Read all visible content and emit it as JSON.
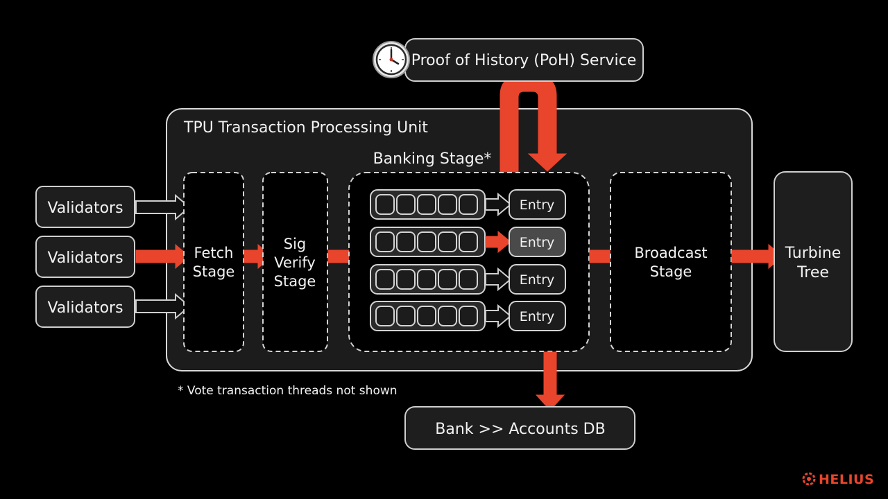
{
  "poh": {
    "label": "Proof of History (PoH) Service",
    "icon": "clock-icon"
  },
  "tpu": {
    "title": "TPU Transaction Processing Unit"
  },
  "validators": [
    "Validators",
    "Validators",
    "Validators"
  ],
  "fetch": {
    "line1": "Fetch",
    "line2": "Stage"
  },
  "sigverify": {
    "line1": "Sig",
    "line2": "Verify",
    "line3": "Stage"
  },
  "banking": {
    "title": "Banking Stage*",
    "entries": [
      "Entry",
      "Entry",
      "Entry",
      "Entry"
    ]
  },
  "broadcast": {
    "line1": "Broadcast",
    "line2": "Stage"
  },
  "turbine": {
    "line1": "Turbine",
    "line2": "Tree"
  },
  "note": "* Vote transaction threads not shown",
  "bank": {
    "label": "Bank >> Accounts DB"
  },
  "logo": {
    "text": "HELIUS"
  },
  "colors": {
    "accent": "#e8452c",
    "background": "#000000"
  }
}
